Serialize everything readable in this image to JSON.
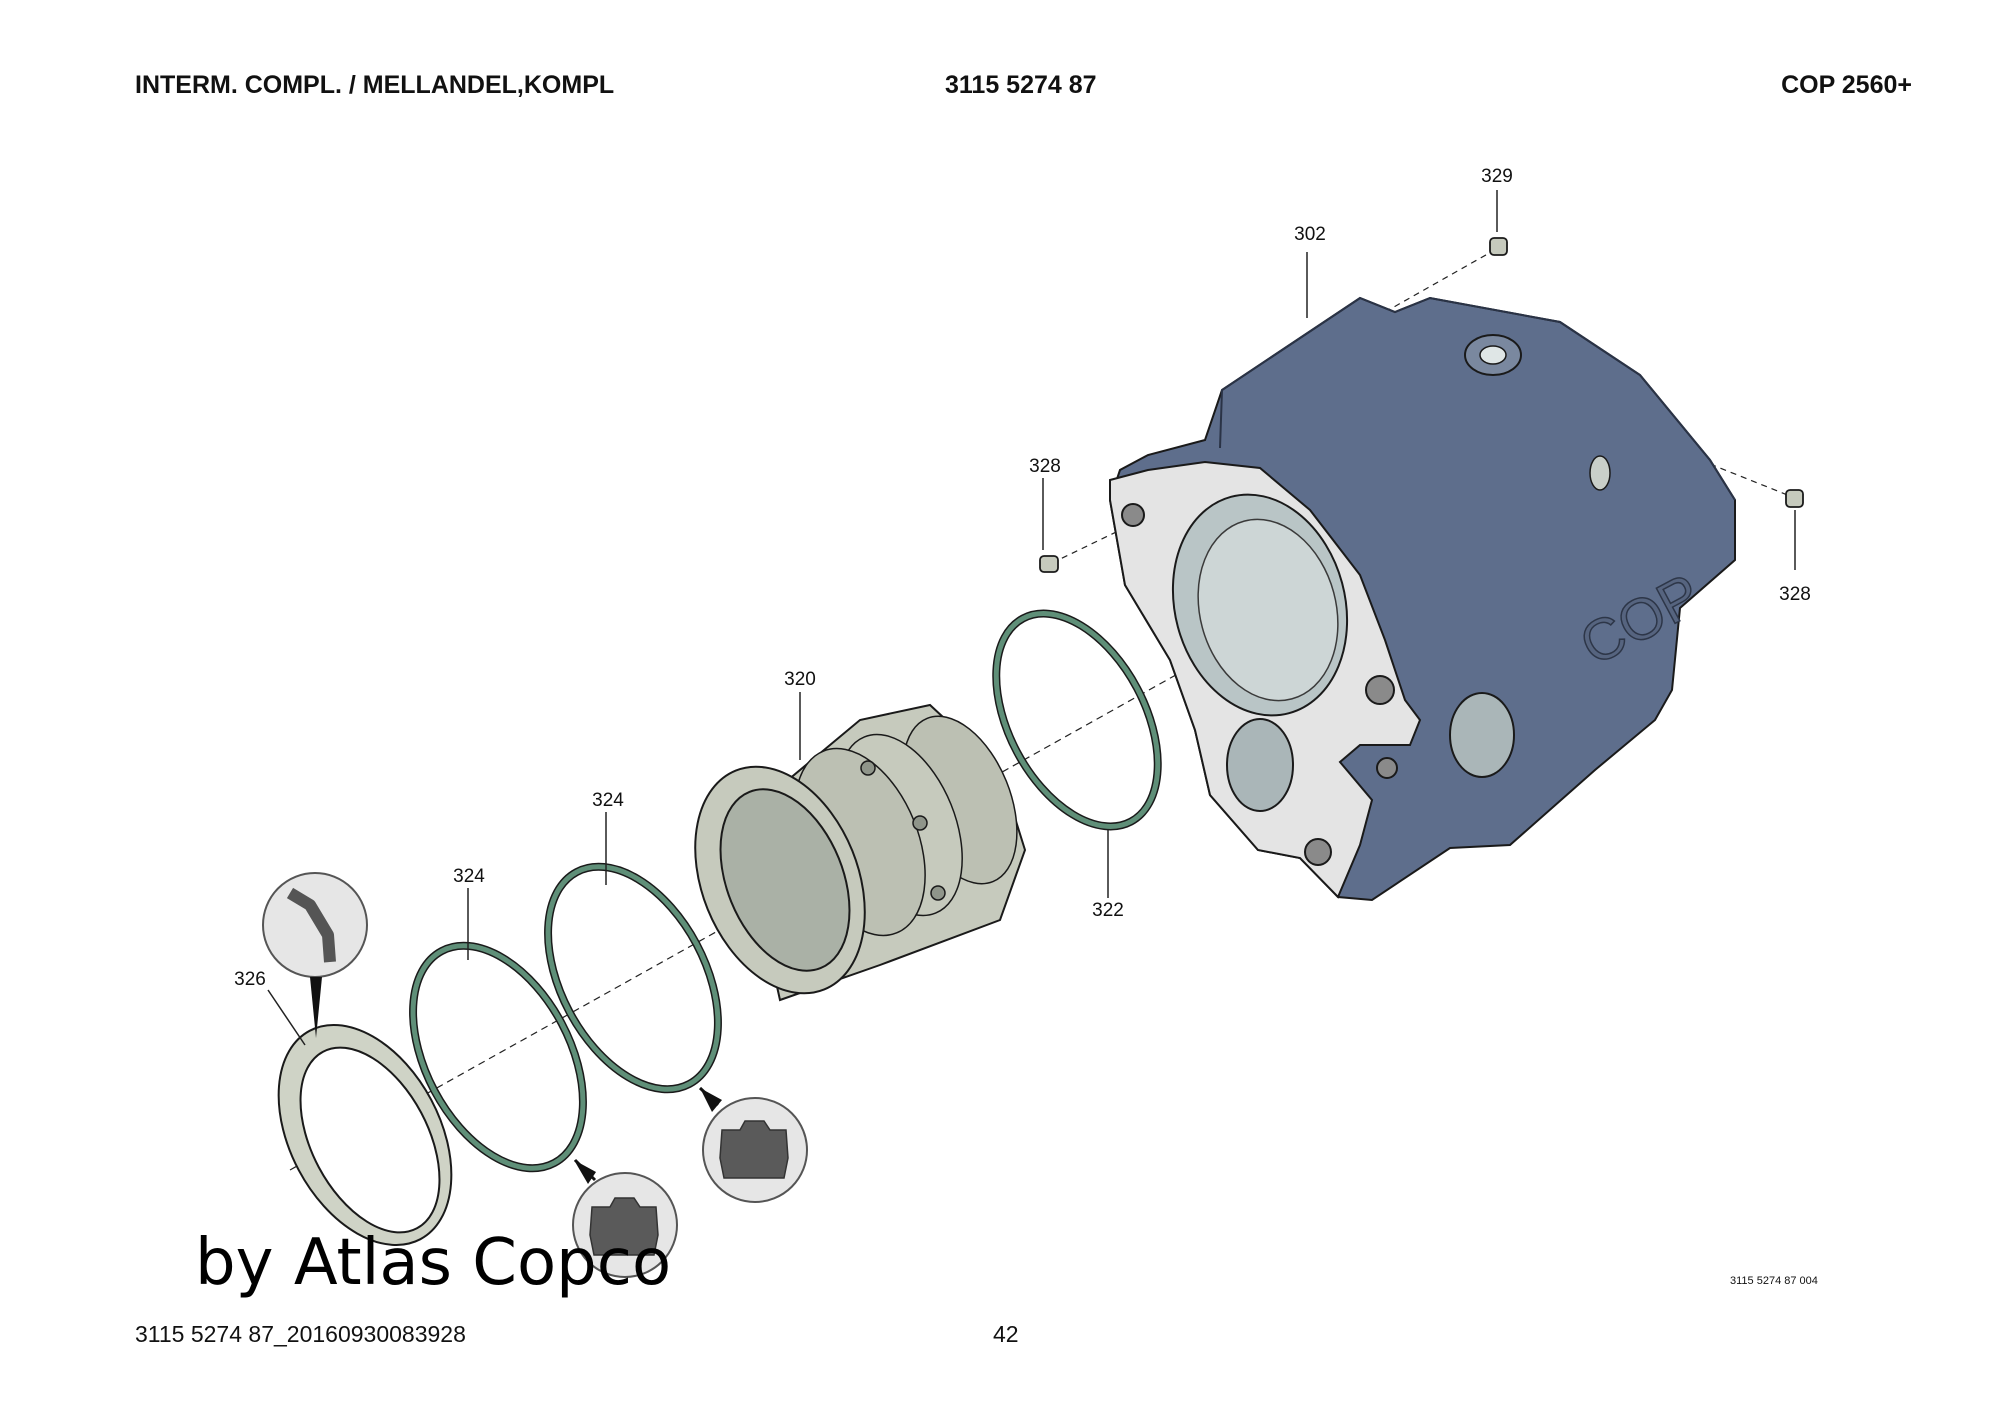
{
  "header": {
    "title": "INTERM. COMPL. / MELLANDEL,KOMPL",
    "part_number": "3115 5274 87",
    "model": "COP 2560+"
  },
  "callouts": {
    "c329": "329",
    "c302": "302",
    "c328a": "328",
    "c328b": "328",
    "c320": "320",
    "c324a": "324",
    "c324b": "324",
    "c326": "326",
    "c322": "322"
  },
  "housing_emboss": "COP",
  "drawing_ref": "3115 5274 87 004",
  "footer": {
    "doc_id": "3115 5274 87_20160930083928",
    "page": "42"
  },
  "watermark": "by Atlas Copco",
  "colors": {
    "housing": "#5e6e8c",
    "housing_dark": "#4c5a75",
    "cylinder": "#c6cabd",
    "ring": "#cfd3c6",
    "seal_green": "#5f8f78",
    "detail_fill": "#5a5a5a"
  }
}
